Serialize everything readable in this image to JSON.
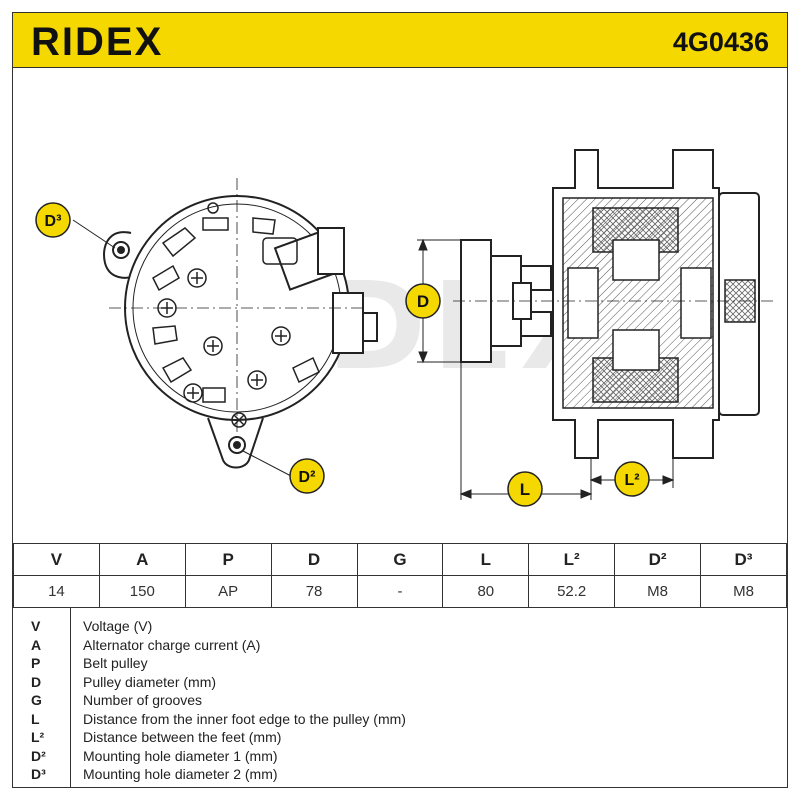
{
  "header": {
    "brand": "RIDEX",
    "part_number": "4G0436",
    "accent_color": "#f5d800"
  },
  "drawing": {
    "watermark": "RIDEX",
    "labels": {
      "d3": "D³",
      "d2": "D²",
      "d": "D",
      "l": "L",
      "l2": "L²"
    }
  },
  "spec_table": {
    "headers": [
      "V",
      "A",
      "P",
      "D",
      "G",
      "L",
      "L²",
      "D²",
      "D³"
    ],
    "values": [
      "14",
      "150",
      "AP",
      "78",
      "-",
      "80",
      "52.2",
      "M8",
      "M8"
    ]
  },
  "legend": [
    {
      "key": "V",
      "text": "Voltage (V)"
    },
    {
      "key": "A",
      "text": "Alternator charge current (A)"
    },
    {
      "key": "P",
      "text": "Belt pulley"
    },
    {
      "key": "D",
      "text": "Pulley diameter (mm)"
    },
    {
      "key": "G",
      "text": "Number of grooves"
    },
    {
      "key": "L",
      "text": "Distance from the inner foot edge to the pulley (mm)"
    },
    {
      "key": "L²",
      "text": "Distance between the feet (mm)"
    },
    {
      "key": "D²",
      "text": "Mounting hole diameter 1 (mm)"
    },
    {
      "key": "D³",
      "text": "Mounting hole diameter 2 (mm)"
    }
  ]
}
